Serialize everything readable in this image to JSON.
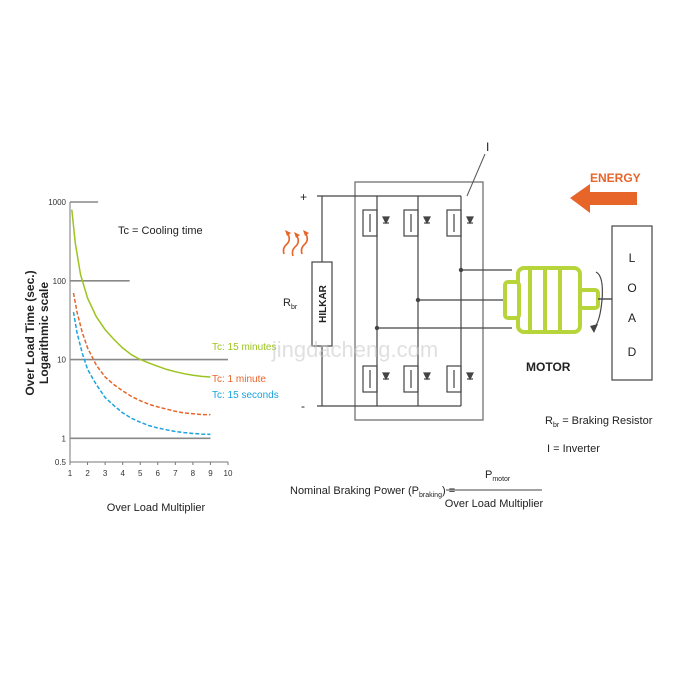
{
  "chart_data": {
    "type": "line",
    "ylabel": "Over Load Time (sec.)",
    "ylabel_sub": "Logarithmic scale",
    "xlabel": "Over Load Multiplier",
    "annotation": "Tc = Cooling time",
    "y_scale": "log",
    "ylim": [
      0.5,
      1000
    ],
    "xlim": [
      1,
      10
    ],
    "x_ticks": [
      "1",
      "2",
      "3",
      "4",
      "5",
      "6",
      "7",
      "8",
      "9",
      "10"
    ],
    "y_ticks": [
      {
        "value": 1000,
        "label": "1000"
      },
      {
        "value": 100,
        "label": "100"
      },
      {
        "value": 10,
        "label": "10"
      },
      {
        "value": 1,
        "label": "1"
      },
      {
        "value": 0.5,
        "label": "0.5"
      }
    ],
    "reference_lines": [
      {
        "value": 1000,
        "x_end": 2.6
      },
      {
        "value": 100,
        "x_end": 4.4
      },
      {
        "value": 10,
        "x_end": 10
      },
      {
        "value": 1,
        "x_end": 9
      }
    ],
    "series": [
      {
        "name": "Tc: 15 minutes",
        "color": "#9cc31f",
        "dash": false,
        "x": [
          1.1,
          1.3,
          1.6,
          2,
          2.5,
          3,
          3.5,
          4,
          4.5,
          5,
          5.5,
          6,
          6.5,
          7,
          7.5,
          8,
          8.5,
          9
        ],
        "y": [
          800,
          300,
          120,
          60,
          35,
          24,
          18,
          14,
          11.5,
          10,
          9,
          8.2,
          7.5,
          7,
          6.6,
          6.3,
          6.1,
          6
        ]
      },
      {
        "name": "Tc: 1 minute",
        "color": "#e8652a",
        "dash": true,
        "x": [
          1.2,
          1.4,
          1.7,
          2,
          2.5,
          3,
          3.5,
          4,
          4.5,
          5,
          5.5,
          6,
          6.5,
          7,
          7.5,
          8,
          8.5,
          9
        ],
        "y": [
          70,
          40,
          22,
          14,
          8.5,
          6,
          4.8,
          4,
          3.4,
          3,
          2.7,
          2.5,
          2.35,
          2.2,
          2.1,
          2.05,
          2.0,
          2.0
        ]
      },
      {
        "name": "Tc: 15 seconds",
        "color": "#1aa3dd",
        "dash": true,
        "x": [
          1.2,
          1.4,
          1.7,
          2,
          2.5,
          3,
          3.5,
          4,
          4.5,
          5,
          5.5,
          6,
          6.5,
          7,
          7.5,
          8,
          8.5,
          9
        ],
        "y": [
          40,
          22,
          12,
          7.5,
          4.8,
          3.3,
          2.6,
          2.1,
          1.8,
          1.6,
          1.45,
          1.35,
          1.28,
          1.22,
          1.18,
          1.15,
          1.13,
          1.12
        ]
      }
    ]
  },
  "diagram": {
    "inverter_label": "I",
    "energy_label": "ENERGY",
    "plus_label": "+",
    "minus_label": "-",
    "resistor_label": "HILKAR",
    "rbr_main": "R",
    "rbr_sub": "br",
    "motor_label": "MOTOR",
    "load_letters": [
      "L",
      "O",
      "A",
      "D"
    ],
    "legend": {
      "rbr_main": "R",
      "rbr_sub": "br",
      "rbr_text": "= Braking Resistor",
      "inverter_text": "I = Inverter"
    },
    "formula": {
      "lhs_text": "Nominal Braking Power (P",
      "lhs_sub": "braking",
      "lhs_close": ") =",
      "num_main": "P",
      "num_sub": "motor",
      "denominator": "Over Load Multiplier"
    },
    "colors": {
      "energy": "#e8652a",
      "motor": "#b7d43a",
      "heat": "#e8652a",
      "line": "#444444"
    }
  },
  "watermark": "jingdacheng.com"
}
